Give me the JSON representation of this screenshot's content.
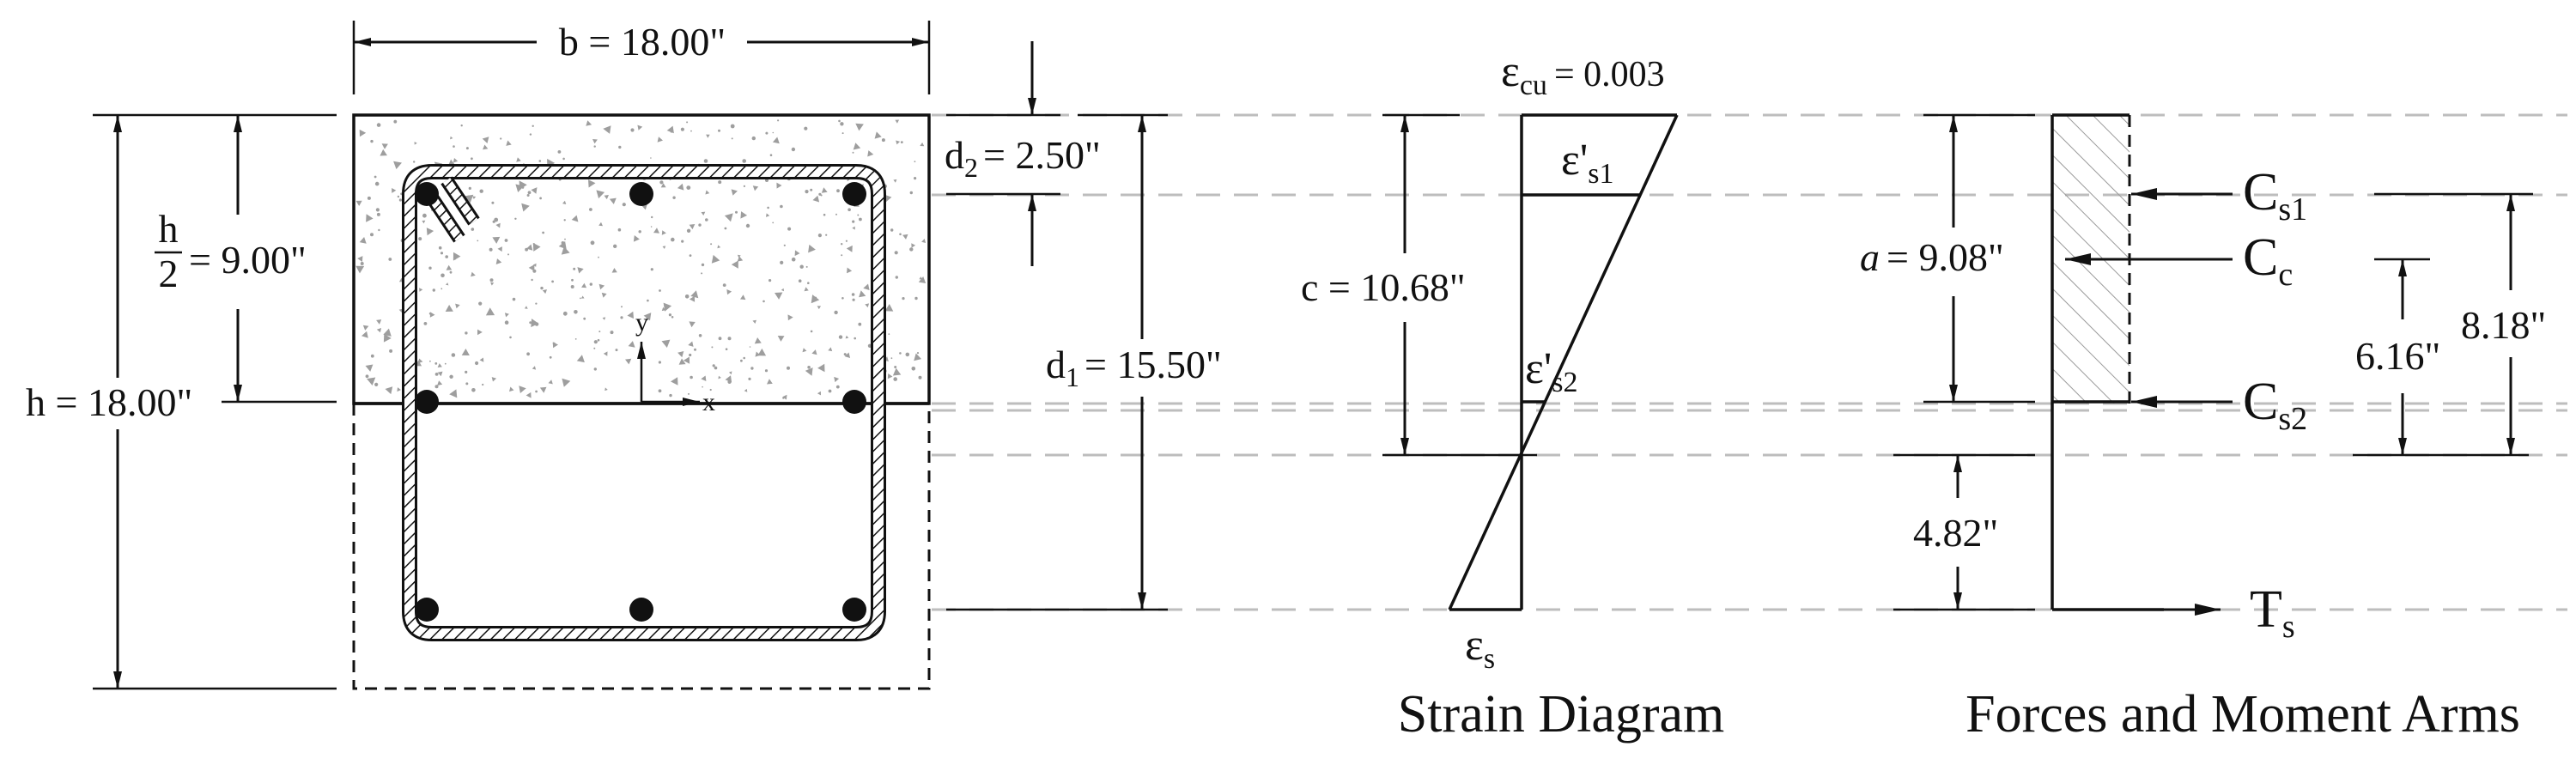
{
  "section": {
    "b_label": "b = 18.00\"",
    "h_label": "h = 18.00\"",
    "half_h_num": "h",
    "half_h_den": "2",
    "half_h_value": "= 9.00\"",
    "d2_sym": "d",
    "d2_sub": "2",
    "d2_value": "= 2.50\"",
    "d1_sym": "d",
    "d1_sub": "1",
    "d1_value": "= 15.50\"",
    "axis_y": "y",
    "axis_x": "x"
  },
  "strain": {
    "title": "Strain Diagram",
    "ecu_sym": "ε",
    "ecu_sub": "cu",
    "ecu_value": "= 0.003",
    "es1_sym": "ε'",
    "es1_sub": "s1",
    "es2_sym": "ε'",
    "es2_sub": "s2",
    "es_sym": "ε",
    "es_sub": "s",
    "c_label": "c = 10.68\""
  },
  "forces": {
    "title": "Forces and Moment Arms",
    "a_sym": "a",
    "a_value": "= 9.08\"",
    "cs1_sym": "C",
    "cs1_sub": "s1",
    "cc_sym": "C",
    "cc_sub": "c",
    "cs2_sym": "C",
    "cs2_sub": "s2",
    "ts_sym": "T",
    "ts_sub": "s",
    "arm1": "6.16\"",
    "arm2": "8.18\"",
    "arm3": "4.82\""
  },
  "colors": {
    "line": "#111111",
    "guide": "#bdbdbd",
    "concrete_speckle": "#9e9e9e",
    "hatch": "#9a9a9a"
  }
}
